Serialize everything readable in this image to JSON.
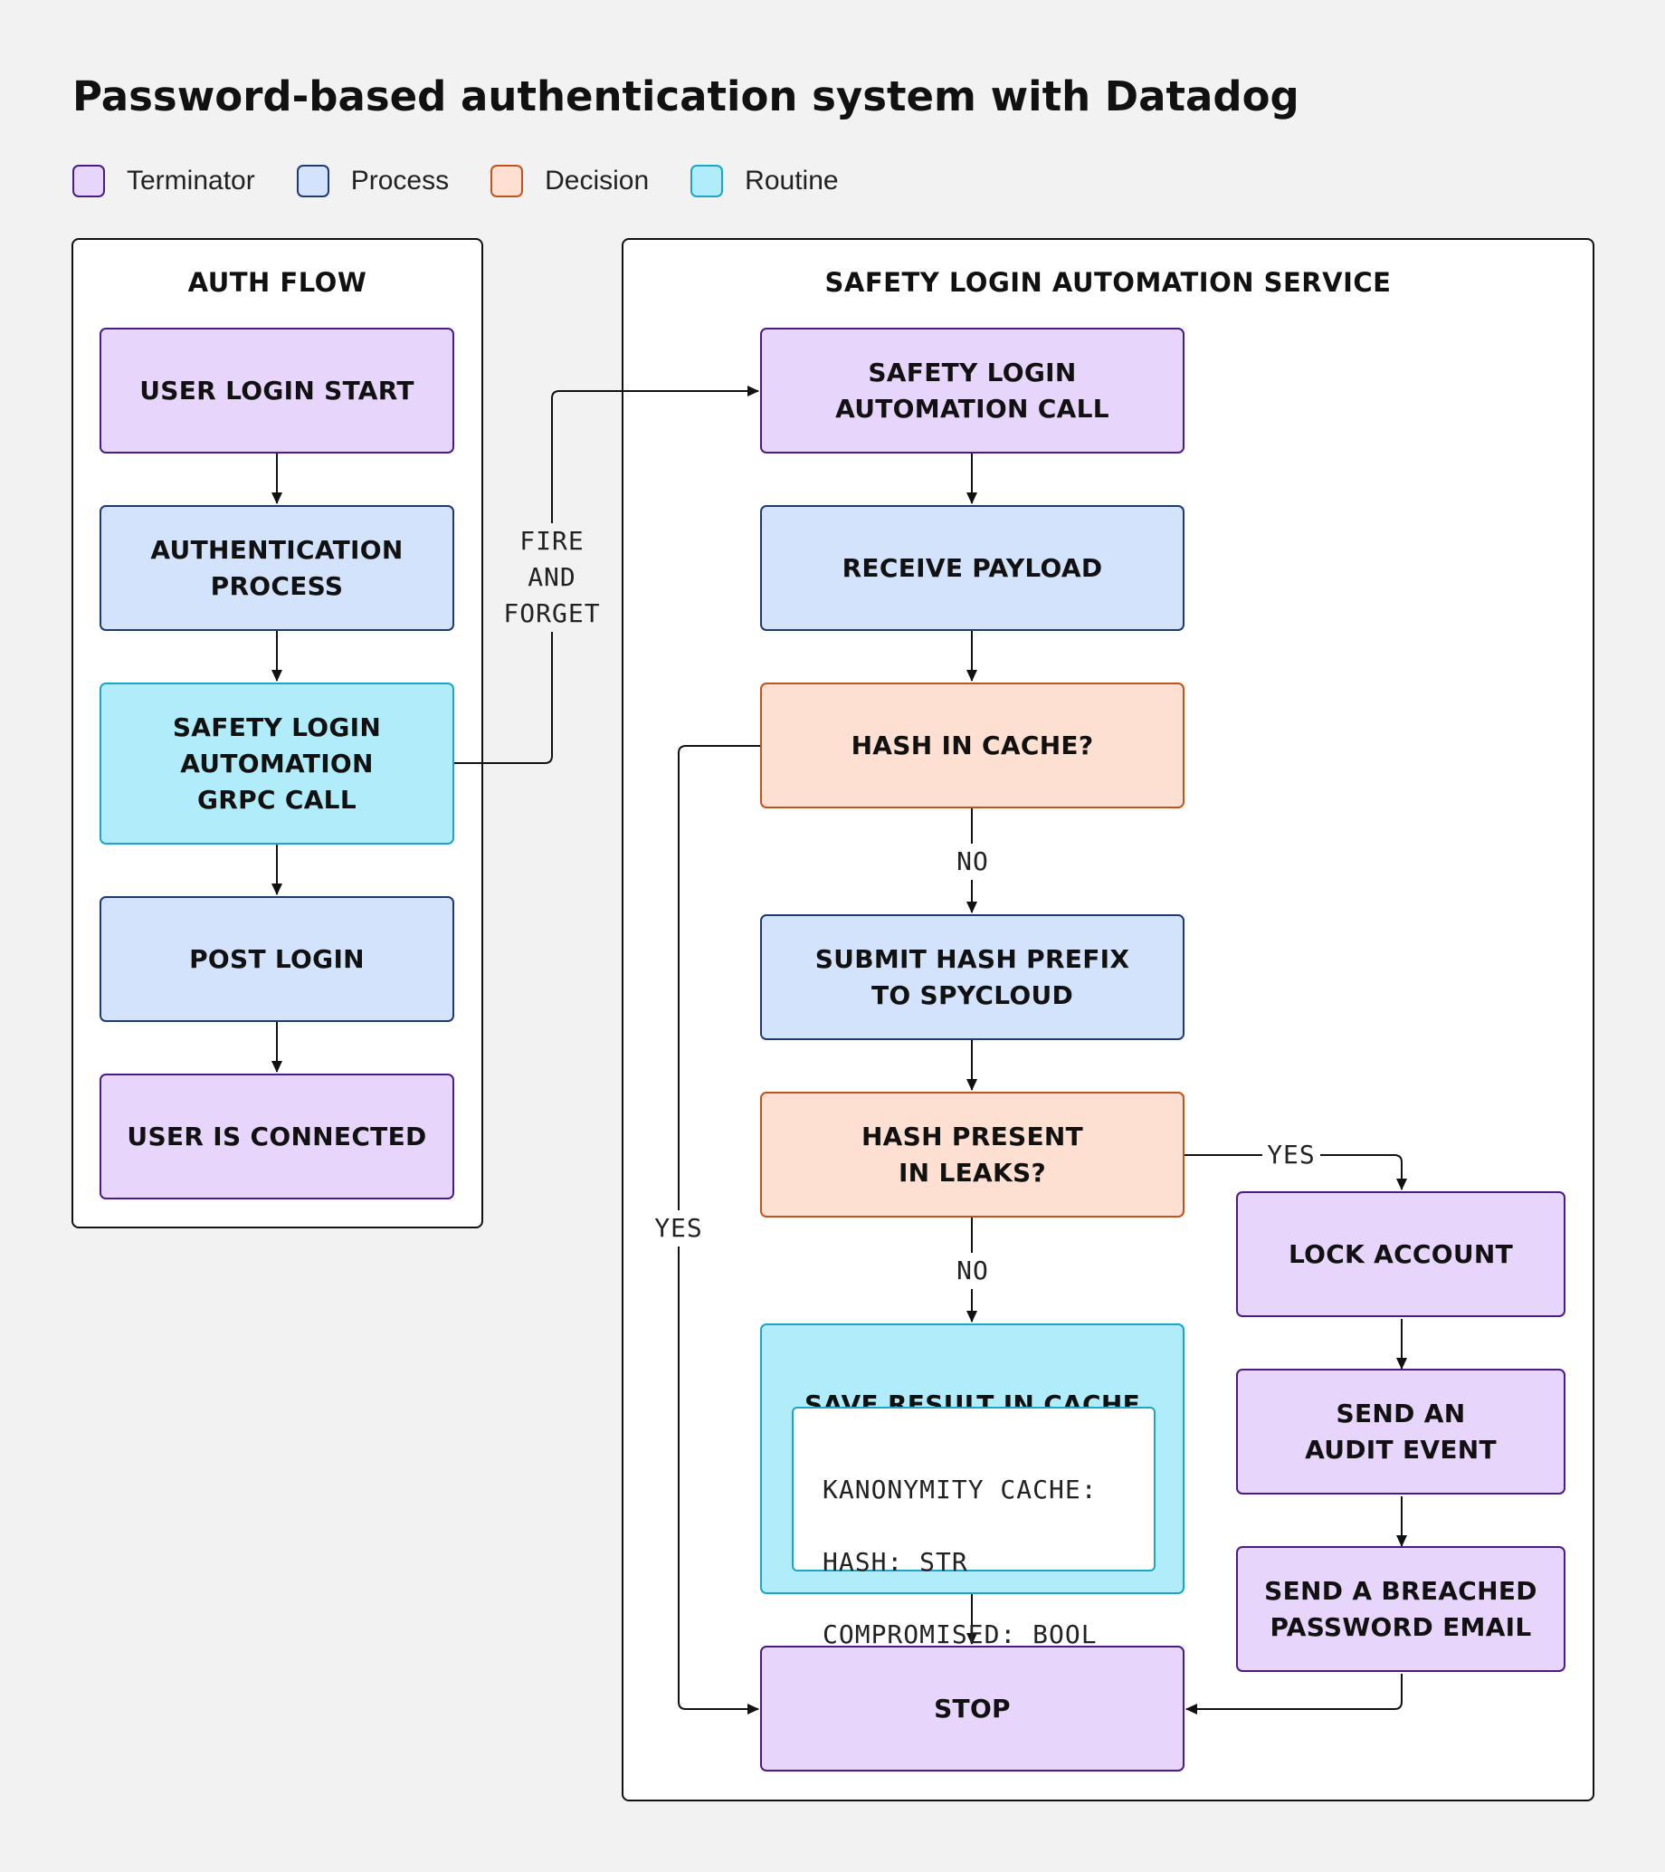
{
  "title": "Password-based authentication system with Datadog",
  "legend": [
    {
      "label": "Terminator",
      "fill": "#e8d5fb",
      "stroke": "#4a1d86"
    },
    {
      "label": "Process",
      "fill": "#d3e3fb",
      "stroke": "#1f3a6e"
    },
    {
      "label": "Decision",
      "fill": "#fde0d2",
      "stroke": "#c3531c"
    },
    {
      "label": "Routine",
      "fill": "#b0ecfa",
      "stroke": "#1aa5c9"
    }
  ],
  "auth_flow": {
    "title": "AUTH FLOW",
    "user_login_start": "USER LOGIN START",
    "authentication_process": "AUTHENTICATION\nPROCESS",
    "grpc_call": "SAFETY LOGIN\nAUTOMATION\nGRPC CALL",
    "post_login": "POST LOGIN",
    "user_is_connected": "USER IS CONNECTED"
  },
  "fire_and_forget": "FIRE\nAND\nFORGET",
  "service": {
    "title": "SAFETY LOGIN AUTOMATION SERVICE",
    "automation_call": "SAFETY LOGIN\nAUTOMATION CALL",
    "receive_payload": "RECEIVE PAYLOAD",
    "hash_in_cache": "HASH IN CACHE?",
    "submit_hash_prefix": "SUBMIT HASH PREFIX\nTO SPYCLOUD",
    "hash_present_in_leaks": "HASH PRESENT\nIN LEAKS?",
    "save_result_in_cache": "SAVE RESULT IN CACHE",
    "cache_schema": [
      "KANONYMITY CACHE:",
      "HASH: STR",
      "COMPROMISED: BOOL"
    ],
    "lock_account": "LOCK ACCOUNT",
    "send_audit_event": "SEND AN\nAUDIT EVENT",
    "send_breached_email": "SEND A BREACHED\nPASSWORD EMAIL",
    "stop": "STOP"
  },
  "edge_labels": {
    "no_1": "NO",
    "no_2": "NO",
    "yes_cache": "YES",
    "yes_leaks": "YES"
  }
}
